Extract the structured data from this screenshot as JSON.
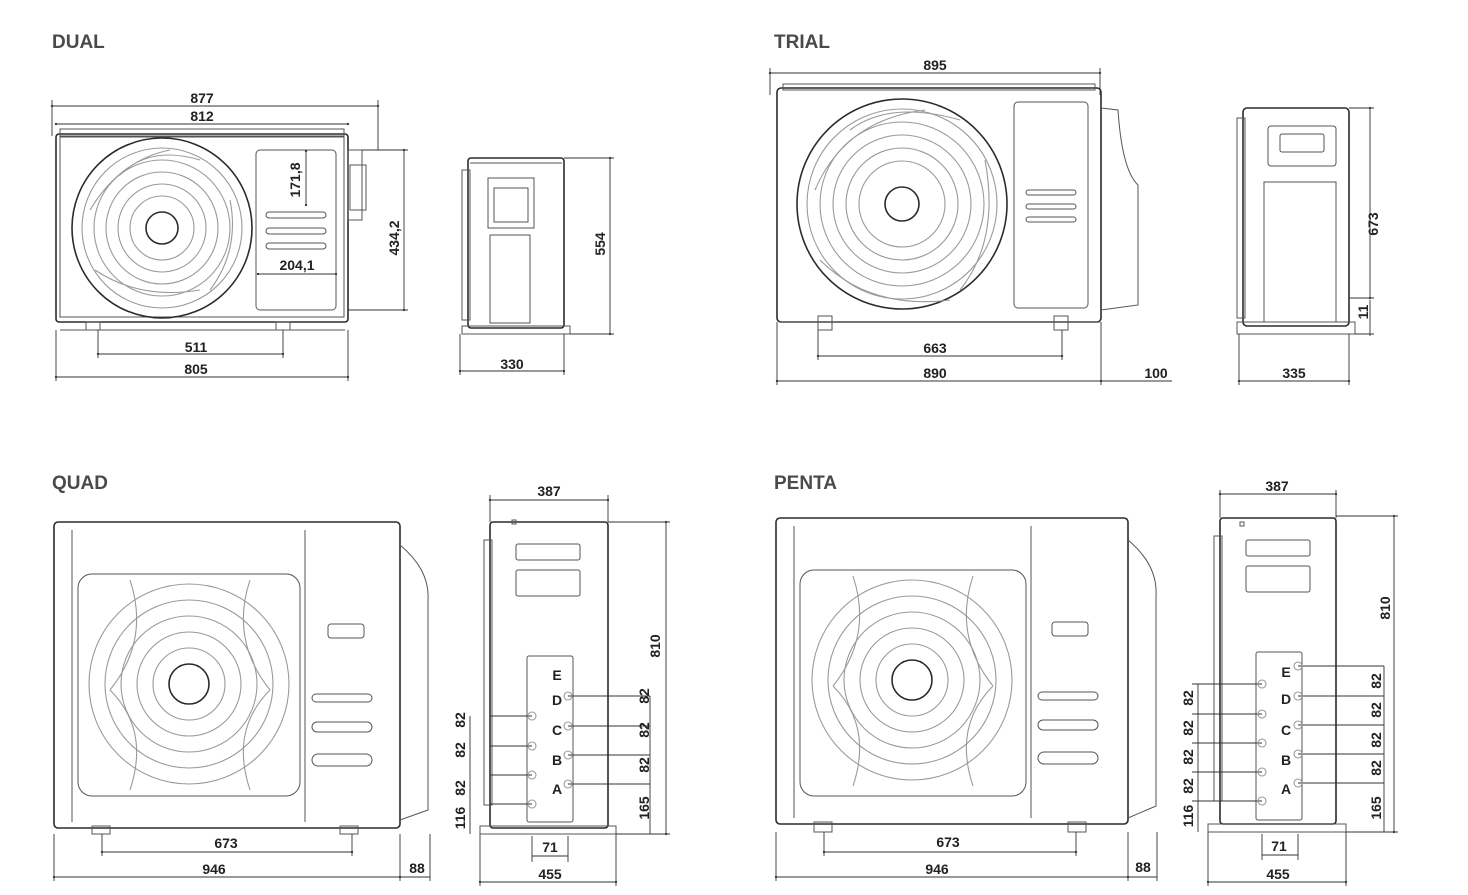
{
  "titles": {
    "dual": "DUAL",
    "trial": "TRIAL",
    "quad": "QUAD",
    "penta": "PENTA"
  },
  "dual": {
    "width_total": "877",
    "width_top": "812",
    "panel_height": "171,8",
    "panel_width": "204,1",
    "side_height": "434,2",
    "height": "554",
    "feet_span": "511",
    "base_width": "805",
    "depth": "330"
  },
  "trial": {
    "width_top": "895",
    "feet_span": "663",
    "base_width": "890",
    "overhang": "100",
    "height": "673",
    "foot_height": "11",
    "depth": "335"
  },
  "quad": {
    "depth_top": "387",
    "height": "810",
    "feet_span": "673",
    "base_width": "946",
    "overhang": "88",
    "port_left": [
      "82",
      "82",
      "82",
      "116"
    ],
    "port_right": [
      "82",
      "82",
      "82",
      "165"
    ],
    "port_labels": [
      "E",
      "D",
      "C",
      "B",
      "A"
    ],
    "port_pitch": "71",
    "depth_base": "455"
  },
  "penta": {
    "depth_top": "387",
    "height": "810",
    "feet_span": "673",
    "base_width": "946",
    "overhang": "88",
    "port_left": [
      "82",
      "82",
      "82",
      "82",
      "116"
    ],
    "port_right": [
      "82",
      "82",
      "82",
      "82",
      "165"
    ],
    "port_labels": [
      "E",
      "D",
      "C",
      "B",
      "A"
    ],
    "port_pitch": "71",
    "depth_base": "455"
  }
}
